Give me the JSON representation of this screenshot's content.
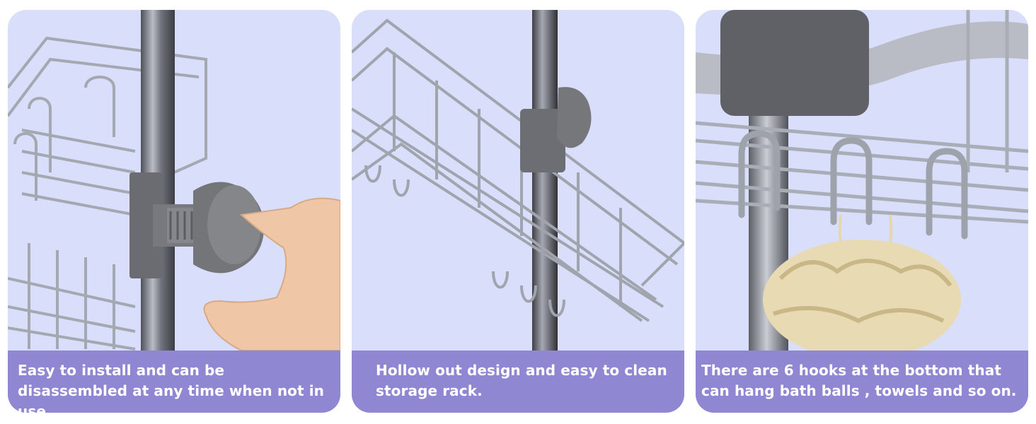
{
  "panels": [
    {
      "caption": "Easy to install and can be disassembled at any time when not in use."
    },
    {
      "caption": "Hollow out design and easy to clean storage rack."
    },
    {
      "caption": "There are 6 hooks at the bottom that can hang bath balls , towels and so on."
    }
  ],
  "colors": {
    "background": "#d9defb",
    "caption_bar": "#8f87d2",
    "caption_text": "#ffffff",
    "steel": "#9da1aa",
    "knob": "#6b6d72"
  },
  "icons": [
    "shower-pole",
    "clamp-knob",
    "wire-basket",
    "hand",
    "hooks",
    "bath-ball"
  ]
}
